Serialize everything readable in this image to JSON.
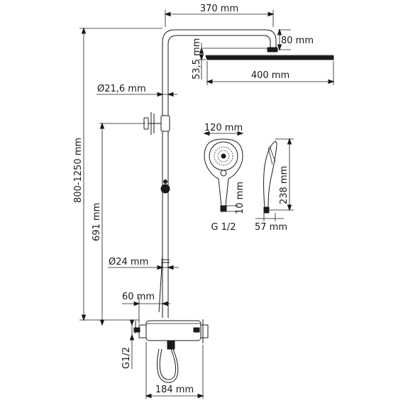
{
  "dimensions": {
    "top_arm_length": "370 mm",
    "arm_drop": "80 mm",
    "head_height": "53,5 mm",
    "head_width": "400 mm",
    "upper_pipe_diameter": "Ø21,6 mm",
    "handshower_width": "120 mm",
    "handshower_length": "238 mm",
    "handshower_connector": "10 mm",
    "handshower_thread": "G 1/2",
    "handshower_depth": "57 mm",
    "total_height": "800-1250 mm",
    "bracket_height": "691 mm",
    "lower_pipe_diameter": "Ø24 mm",
    "wall_offset": "60 mm",
    "inlet_thread": "G1/2",
    "mixer_width": "184 mm"
  }
}
